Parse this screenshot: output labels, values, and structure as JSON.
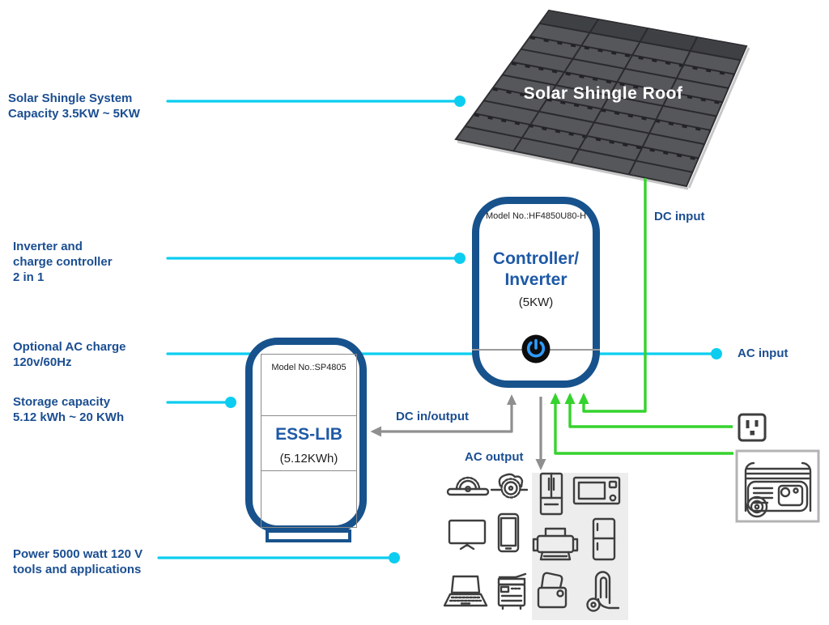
{
  "colors": {
    "blue": "#1b4e91",
    "blue-bright": "#1e59a7",
    "border-blue": "#17528c",
    "cyan": "#0ccdf0",
    "green": "#35d32d",
    "gray": "#8f8f8f",
    "icon": "#3e3e3e",
    "panel": "#56575b",
    "panel-dark": "#3f4044",
    "panel-line": "#2a2a2e",
    "power-blue": "#2f9bff"
  },
  "roof": {
    "title": "Solar Shingle Roof"
  },
  "annotations": {
    "solar_capacity": "Solar Shingle System\nCapacity 3.5KW ~ 5KW",
    "inverter_2in1": "Inverter and\ncharge controller\n2 in 1",
    "optional_ac": "Optional AC charge\n120v/60Hz",
    "storage": "Storage capacity\n5.12 kWh ~ 20 KWh",
    "power_tools": "Power 5000 watt 120 V\ntools and applications"
  },
  "flow_labels": {
    "dc_input": "DC input",
    "ac_input": "AC input",
    "dc_inoutput": "DC in/output",
    "ac_output": "AC output"
  },
  "controller": {
    "model": "Model No.:HF4850U80-H",
    "name": "Controller/\nInverter",
    "rating": "(5KW)"
  },
  "battery": {
    "model": "Model No.:SP4805",
    "name": "ESS-LIB",
    "rating": "(5.12KWh)"
  },
  "icons": {
    "ac_sources": [
      "ac-outlet",
      "generator"
    ],
    "appliances": [
      "table-saw",
      "circular-saw",
      "french-door-refrigerator",
      "microwave",
      "monitor",
      "tablet",
      "printer",
      "refrigerator",
      "laptop",
      "copier",
      "toaster",
      "vacuum-cleaner"
    ]
  }
}
